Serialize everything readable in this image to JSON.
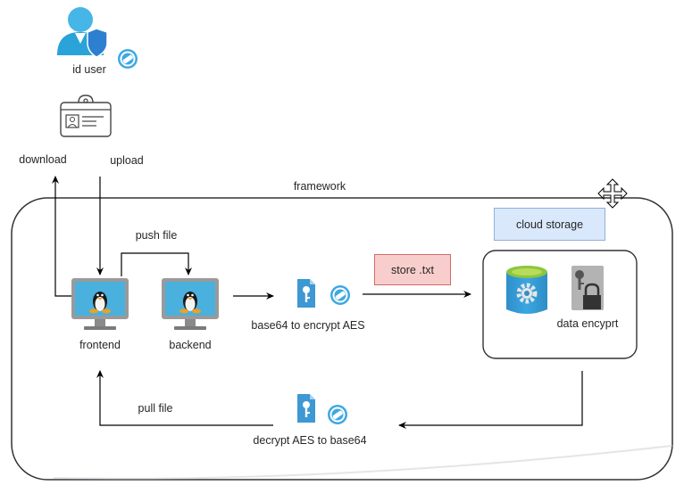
{
  "diagram": {
    "actor": {
      "label": "id user"
    },
    "actions": {
      "download": "download",
      "upload": "upload"
    },
    "framework": {
      "label": "framework"
    },
    "nodes": {
      "frontend": "frontend",
      "backend": "backend",
      "encrypt": "base64 to encrypt AES",
      "decrypt": "decrypt AES to base64",
      "data_encrypt": "data encyprt"
    },
    "edges": {
      "push": "push file",
      "pull": "pull file"
    },
    "boxes": {
      "store": "store .txt",
      "cloud": "cloud storage"
    },
    "colors": {
      "store_fill": "#f8cecc",
      "store_border": "#d46a6a",
      "cloud_fill": "#dae8fc",
      "cloud_border": "#8fb0d8",
      "azure_blue": "#3d98d3",
      "monitor_screen": "#4ab0de"
    }
  }
}
